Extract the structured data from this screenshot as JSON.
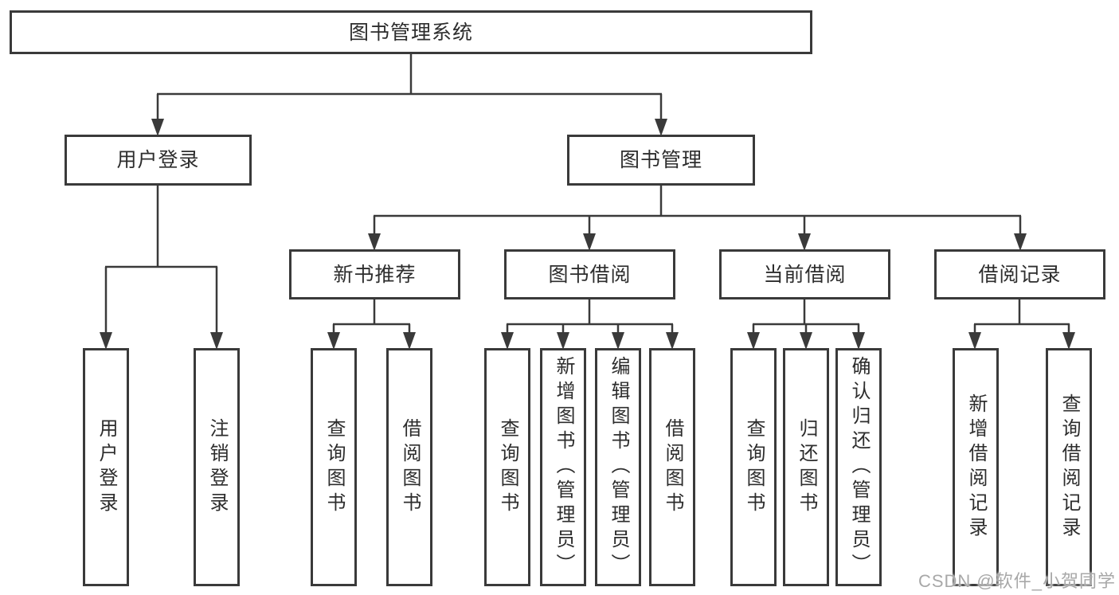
{
  "diagram": {
    "tree": {
      "label": "图书管理系统",
      "children": [
        {
          "label": "用户登录",
          "children": [
            {
              "label": "用户登录"
            },
            {
              "label": "注销登录"
            }
          ]
        },
        {
          "label": "图书管理",
          "children": [
            {
              "label": "新书推荐",
              "children": [
                {
                  "label": "查询图书"
                },
                {
                  "label": "借阅图书"
                }
              ]
            },
            {
              "label": "图书借阅",
              "children": [
                {
                  "label": "查询图书"
                },
                {
                  "label": "新增图书（管理员）"
                },
                {
                  "label": "编辑图书（管理员）"
                },
                {
                  "label": "借阅图书"
                }
              ]
            },
            {
              "label": "当前借阅",
              "children": [
                {
                  "label": "查询图书"
                },
                {
                  "label": "归还图书"
                },
                {
                  "label": "确认归还（管理员）"
                }
              ]
            },
            {
              "label": "借阅记录",
              "children": [
                {
                  "label": "新增借阅记录"
                },
                {
                  "label": "查询借阅记录"
                }
              ]
            }
          ]
        }
      ]
    }
  },
  "watermark": "CSDN @软件_小贺同学",
  "colors": {
    "line": "#3a3a3a",
    "text": "#2d2d2d",
    "background": "#ffffff",
    "watermark": "#a8a8a8"
  }
}
